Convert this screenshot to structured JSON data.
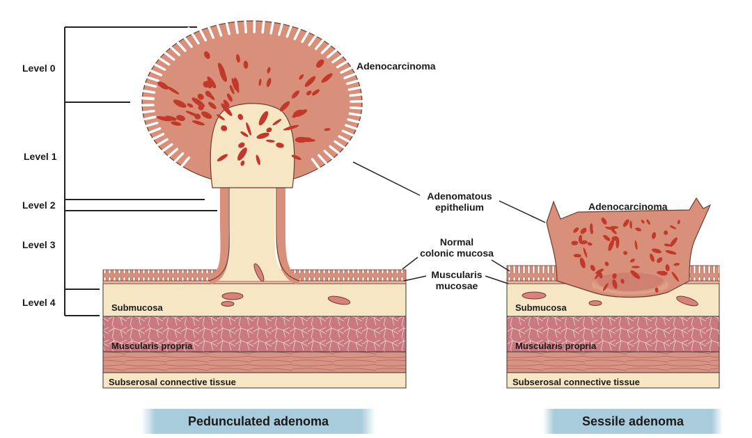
{
  "levels": [
    "Level 0",
    "Level 1",
    "Level 2",
    "Level 3",
    "Level 4"
  ],
  "labels": {
    "adenocarcinoma_pedunculated": "Adenocarcinoma",
    "adenomatous_epithelium_line1": "Adenomatous",
    "adenomatous_epithelium_line2": "epithelium",
    "normal_mucosa_line1": "Normal",
    "normal_mucosa_line2": "colonic mucosa",
    "muscularis_mucosae_line1": "Muscularis",
    "muscularis_mucosae_line2": "mucosae",
    "adenocarcinoma_sessile": "Adenocarcinoma"
  },
  "layers": {
    "submucosa": "Submucosa",
    "muscularis_propria": "Muscularis propria",
    "subserosal": "Subserosal connective tissue"
  },
  "captions": {
    "pedunculated": "Pedunculated adenoma",
    "sessile": "Sessile adenoma"
  },
  "colors": {
    "adenoma": "#d9907a",
    "carcinoma": "#c0392b",
    "submucosa": "#f6e6c4",
    "muscularis_propria": "#c97a80",
    "longitudinal_muscle": "#d89384",
    "caption_bg": "#a8ccdc"
  }
}
